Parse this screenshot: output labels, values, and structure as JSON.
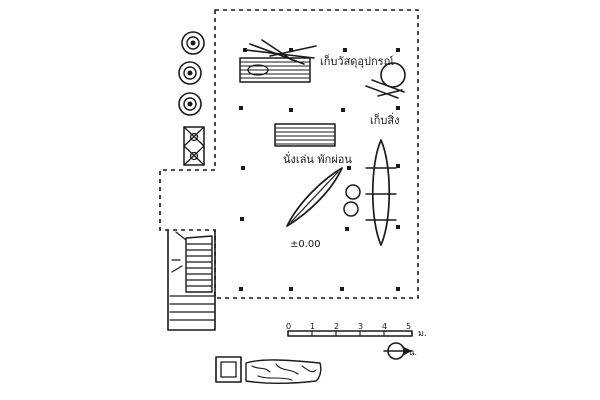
{
  "labels": {
    "tool_storage": "เก็บวัสดุอุปกรณ์",
    "storage": "เก็บสิ่ง",
    "sit_rest": "นั่งเล่น พักผ่อน",
    "level": "±0.00"
  },
  "scale_bar": {
    "ticks": [
      "0",
      "1",
      "2",
      "3",
      "4",
      "5"
    ],
    "unit": "ม."
  },
  "north": {
    "label": "น."
  }
}
